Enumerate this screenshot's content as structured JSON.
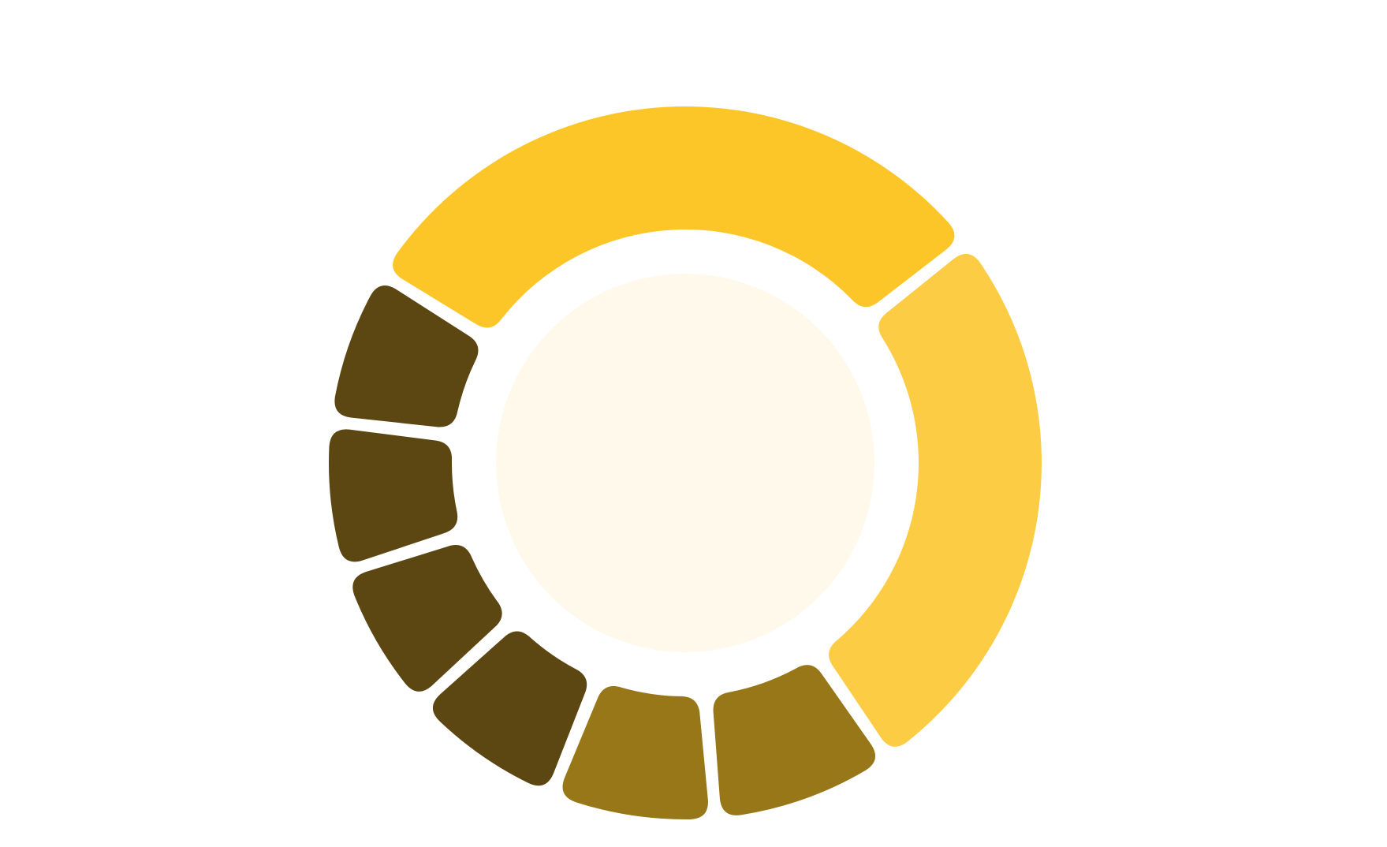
{
  "chart_data": {
    "type": "pie",
    "variant": "donut",
    "title": "",
    "legend": "none",
    "slices": [
      {
        "value": 28.2,
        "color": "#FCC629"
      },
      {
        "value": 24.1,
        "color": "#FDCC45"
      },
      {
        "value": 7.6,
        "color": "#987718"
      },
      {
        "value": 6.9,
        "color": "#987718"
      },
      {
        "value": 6.6,
        "color": "#5C4712"
      },
      {
        "value": 6.3,
        "color": "#5C4712"
      },
      {
        "value": 6.3,
        "color": "#5C4712"
      },
      {
        "value": 6.5,
        "color": "#5C4712"
      }
    ]
  },
  "colors": {
    "center": "#FEF9EA",
    "background": "#FFFFFF"
  }
}
